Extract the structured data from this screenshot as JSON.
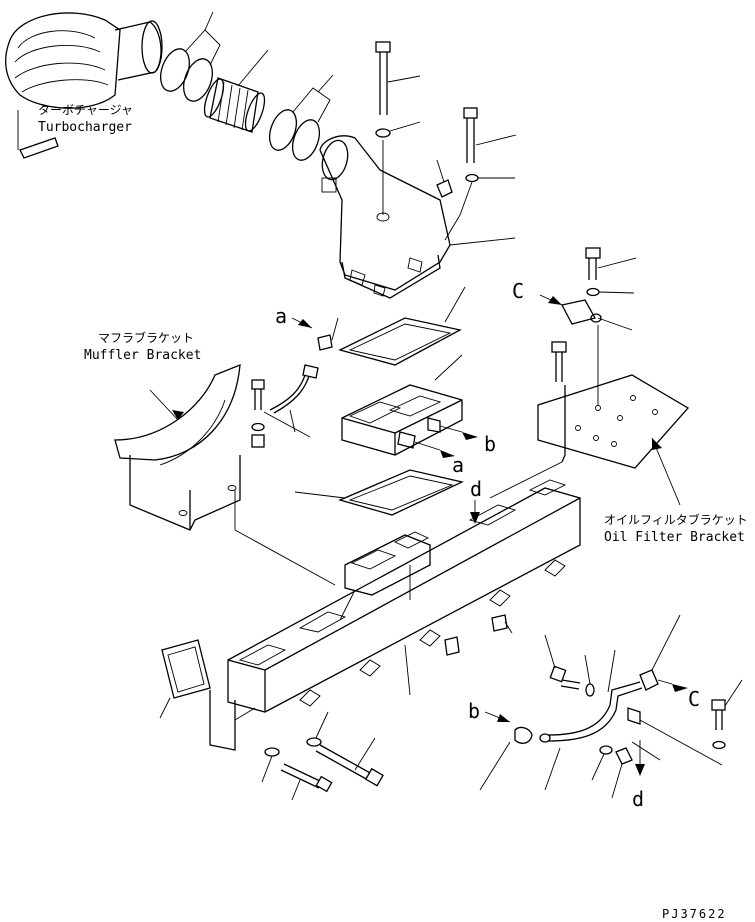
{
  "labels": {
    "turbocharger_jp": "ターボチャージャ",
    "turbocharger_en": "Turbocharger",
    "muffler_bracket_jp": "マフラブラケット",
    "muffler_bracket_en": "Muffler Bracket",
    "oil_filter_bracket_jp": "オイルフィルタブラケット",
    "oil_filter_bracket_en": "Oil Filter Bracket"
  },
  "refs": {
    "a_top": "a",
    "a_mid": "a",
    "b_mid": "b",
    "b_left": "b",
    "c_top": "C",
    "c_right": "C",
    "d_top": "d",
    "d_bottom": "d"
  },
  "drawing_code": "PJ37622"
}
